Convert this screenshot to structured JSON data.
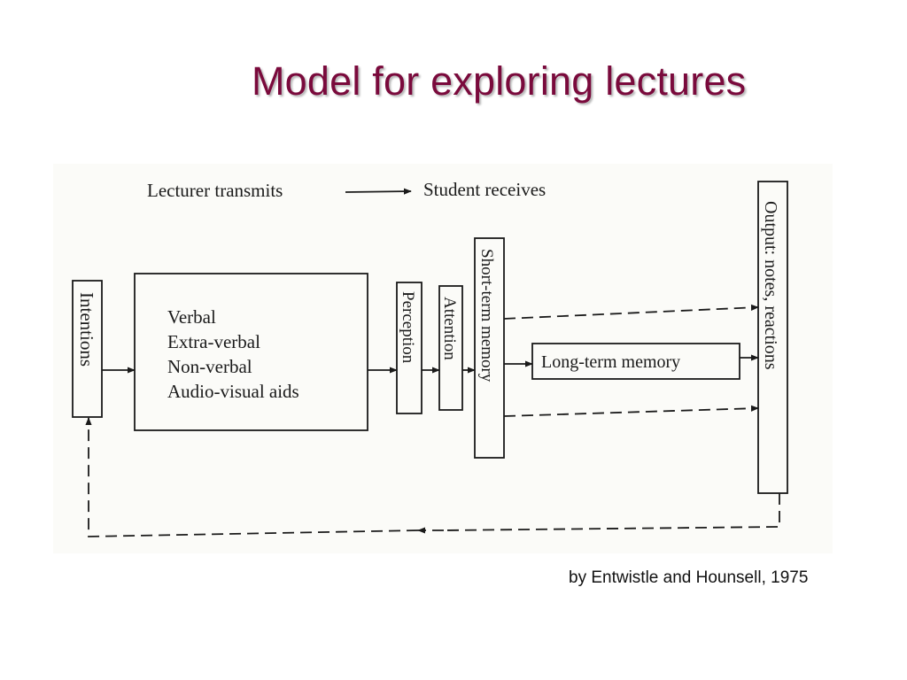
{
  "slide": {
    "title": "Model for exploring lectures",
    "credit": "by Entwistle and Hounsell, 1975"
  },
  "diagram": {
    "header_left": "Lecturer transmits",
    "header_right": "Student receives",
    "intentions": "Intentions",
    "modes": [
      "Verbal",
      "Extra-verbal",
      "Non-verbal",
      "Audio-visual aids"
    ],
    "perception": "Perception",
    "attention": "Attention",
    "short_term": "Short-term memory",
    "long_term": "Long-term memory",
    "output": "Output: notes, reactions"
  },
  "colors": {
    "title": "#7a0a3c",
    "ink": "#1a1a1a",
    "paper": "#fbfbf8"
  }
}
